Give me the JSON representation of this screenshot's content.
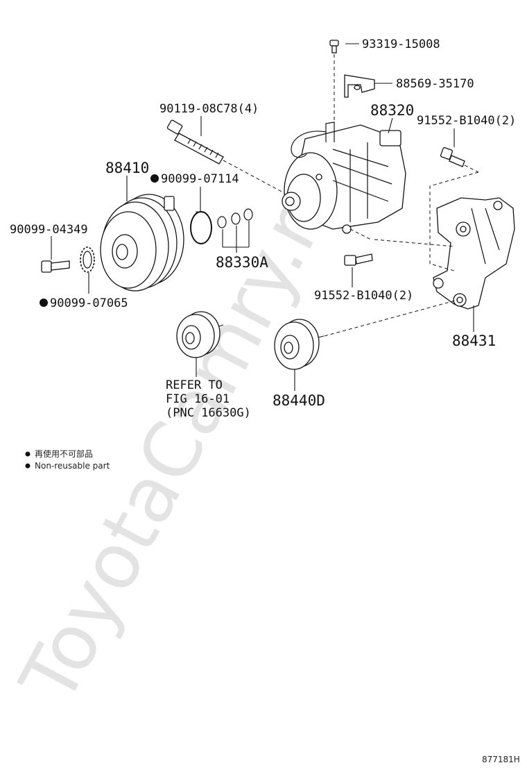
{
  "watermark": "ToyotaCamry.ru",
  "figure_id": "877181H",
  "legend": {
    "line1": "再使用不可部品",
    "line2": "Non-reusable part"
  },
  "labels": {
    "p93319": "93319-15008",
    "p88569": "88569-35170",
    "p88320": "88320",
    "p90119": "90119-08C78(4)",
    "p91552_top": "91552-B1040(2)",
    "p88410": "88410",
    "p90099_07114": "90099-07114",
    "p90099_04349": "90099-04349",
    "p88330A": "88330A",
    "p90099_07065": "90099-07065",
    "p91552_mid": "91552-B1040(2)",
    "p88431": "88431",
    "refer1": "REFER TO",
    "refer2": "FIG 16-01",
    "refer3": "(PNC 16630G)",
    "p88440D": "88440D"
  },
  "colors": {
    "line": "#111111",
    "watermark": "#e3e3e3"
  }
}
